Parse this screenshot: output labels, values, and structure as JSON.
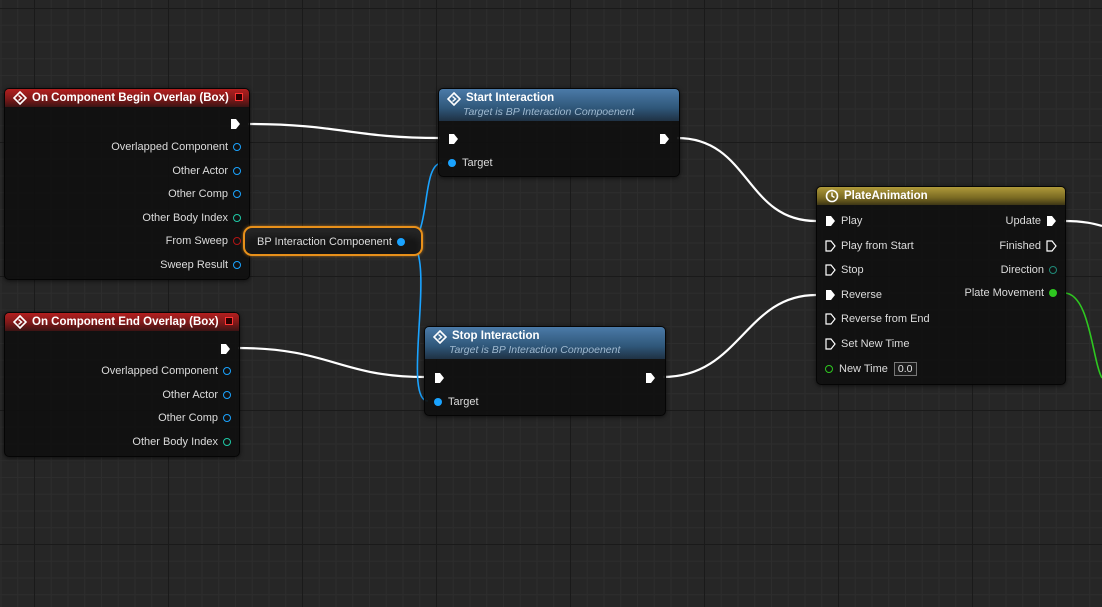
{
  "nodes": {
    "begin_overlap": {
      "title": "On Component Begin Overlap (Box)",
      "pins": [
        "Overlapped Component",
        "Other Actor",
        "Other Comp",
        "Other Body Index",
        "From Sweep",
        "Sweep Result"
      ]
    },
    "end_overlap": {
      "title": "On Component End Overlap (Box)",
      "pins": [
        "Overlapped Component",
        "Other Actor",
        "Other Comp",
        "Other Body Index"
      ]
    },
    "variable": {
      "label": "BP Interaction Compoenent"
    },
    "start_interaction": {
      "title": "Start Interaction",
      "subtitle": "Target is BP Interaction Compoenent",
      "target_label": "Target"
    },
    "stop_interaction": {
      "title": "Stop Interaction",
      "subtitle": "Target is BP Interaction Compoenent",
      "target_label": "Target"
    },
    "plate_animation": {
      "title": "PlateAnimation",
      "inputs": [
        "Play",
        "Play from Start",
        "Stop",
        "Reverse",
        "Reverse from End",
        "Set New Time"
      ],
      "new_time_label": "New Time",
      "new_time_value": "0.0",
      "outputs": [
        "Update",
        "Finished",
        "Direction",
        "Plate Movement"
      ]
    }
  },
  "colors": {
    "exec_wire": "#ffffff",
    "object_pin": "#1aa3ff",
    "int_pin": "#1fc9a6",
    "bool_pin": "#b01515",
    "float_pin": "#2ec720",
    "event_header": "#9b1c1c",
    "function_header": "#3d6a93",
    "timeline_header": "#9a8630",
    "variable_highlight": "#e8901a"
  }
}
